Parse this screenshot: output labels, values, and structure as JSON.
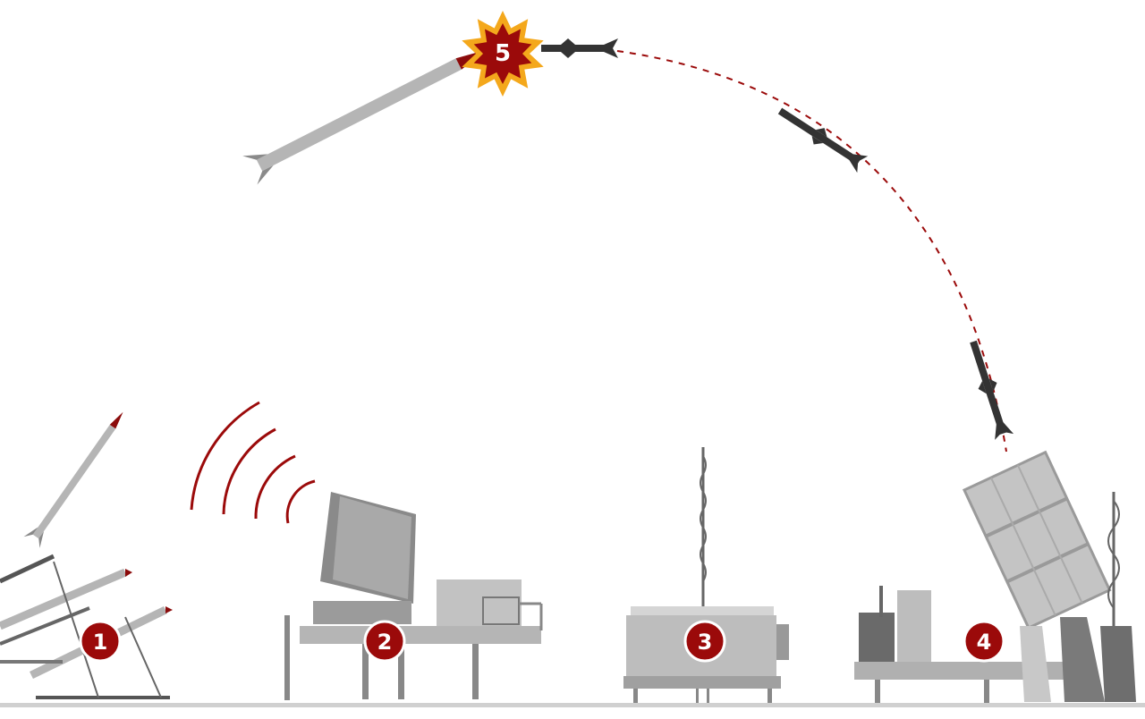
{
  "colors": {
    "badge": "#9b0a0a",
    "burst_outer": "#f4a81c",
    "machine_light": "#c8c8c8",
    "machine_mid": "#a7a7a7",
    "machine_dark": "#6e6e6e",
    "interceptor": "#333333",
    "radar_wave": "#9b0a0a",
    "trajectory": "#9b0a0a",
    "ground": "#d0d0d0"
  },
  "steps": [
    {
      "number": "1",
      "label_icon": "rocket-launcher-icon"
    },
    {
      "number": "2",
      "label_icon": "radar-icon"
    },
    {
      "number": "3",
      "label_icon": "control-center-icon"
    },
    {
      "number": "4",
      "label_icon": "interceptor-launcher-icon"
    },
    {
      "number": "5",
      "label_icon": "interception-burst-icon"
    }
  ]
}
